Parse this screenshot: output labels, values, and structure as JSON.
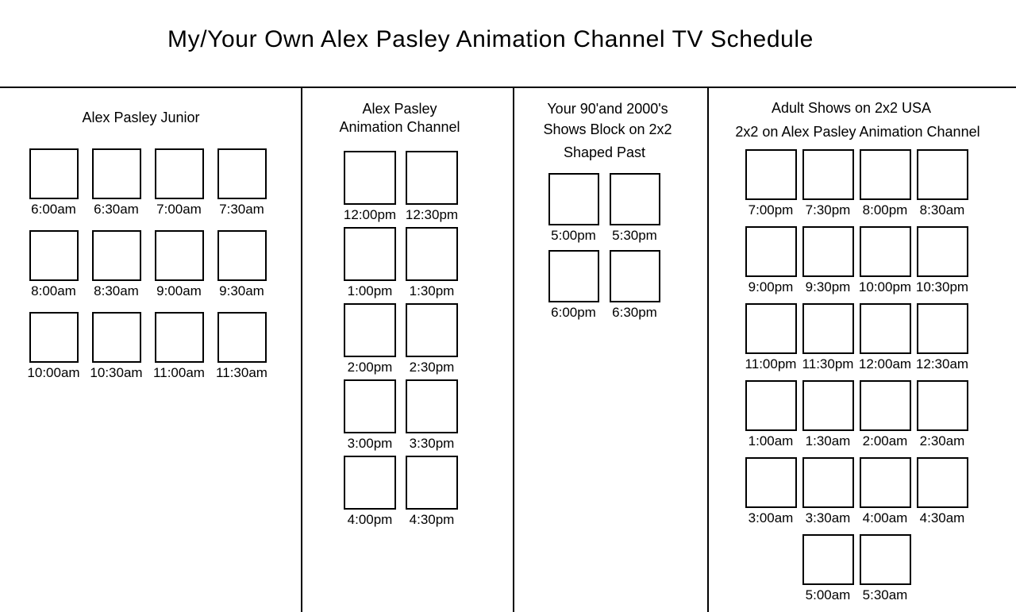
{
  "title": "My/Your Own Alex Pasley Animation Channel TV Schedule",
  "colors": {
    "background": "#ffffff",
    "lines": "#000000",
    "text": "#000000"
  },
  "columns": [
    {
      "id": "alex-pasley-junior",
      "heading_lines": [
        "Alex Pasley Junior"
      ],
      "slots_per_row": 4,
      "slots": [
        "6:00am",
        "6:30am",
        "7:00am",
        "7:30am",
        "8:00am",
        "8:30am",
        "9:00am",
        "9:30am",
        "10:00am",
        "10:30am",
        "11:00am",
        "11:30am"
      ]
    },
    {
      "id": "alex-pasley-animation-channel",
      "heading_lines": [
        "Alex Pasley",
        "Animation Channel"
      ],
      "slots_per_row": 2,
      "slots": [
        "12:00pm",
        "12:30pm",
        "1:00pm",
        "1:30pm",
        "2:00pm",
        "2:30pm",
        "3:00pm",
        "3:30pm",
        "4:00pm",
        "4:30pm"
      ]
    },
    {
      "id": "your-90s-and-2000s-shows-block",
      "heading_lines": [
        "Your 90'and 2000's",
        "Shows Block on 2x2"
      ],
      "subheading": "Shaped Past",
      "slots_per_row": 2,
      "slots": [
        "5:00pm",
        "5:30pm",
        "6:00pm",
        "6:30pm"
      ]
    },
    {
      "id": "adult-shows-on-2x2-usa",
      "heading_lines": [
        "Adult Shows on 2x2 USA",
        "2x2 on Alex Pasley Animation Channel"
      ],
      "slots_per_row": 4,
      "slots": [
        "7:00pm",
        "7:30pm",
        "8:00pm",
        "8:30am",
        "9:00pm",
        "9:30pm",
        "10:00pm",
        "10:30pm",
        "11:00pm",
        "11:30pm",
        "12:00am",
        "12:30am",
        "1:00am",
        "1:30am",
        "2:00am",
        "2:30am",
        "3:00am",
        "3:30am",
        "4:00am",
        "4:30am",
        "5:00am",
        "5:30am"
      ]
    }
  ]
}
